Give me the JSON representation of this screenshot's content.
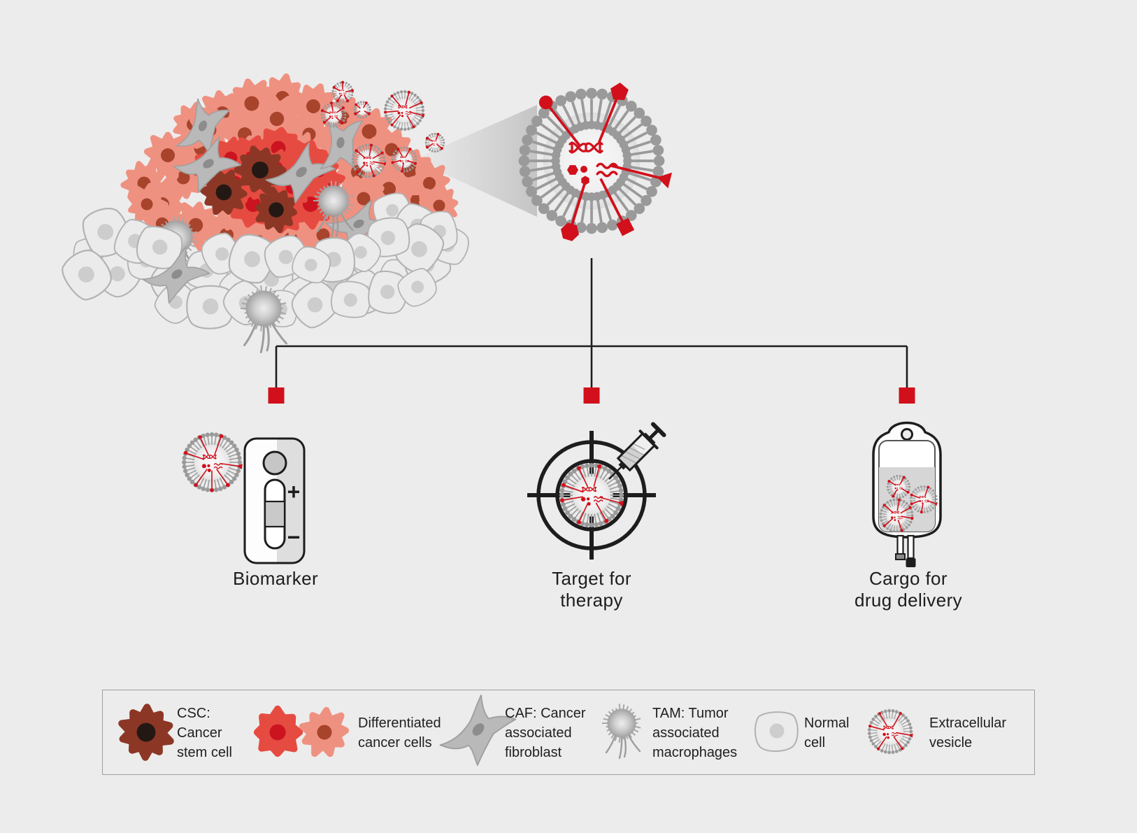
{
  "figure": {
    "labels": {
      "biomarker": "Biomarker",
      "target_for_therapy": "Target for\ntherapy",
      "cargo_for_drug_delivery": "Cargo for\ndrug delivery"
    },
    "biomarker_test": {
      "plus_symbol": "+",
      "minus_symbol": "−"
    },
    "icons": {
      "tumor": "tumor-mass",
      "normal_tissue": "normal-tissue",
      "large_vesicle": "extracellular-vesicle-large-icon",
      "beam": "magnification-beam",
      "biomarker": "biomarker-test-icon",
      "target": "target-crosshair-icon",
      "syringe": "syringe-icon",
      "iv_bag": "iv-bag-icon"
    }
  },
  "legend": {
    "items": [
      {
        "icon": "cancer-stem-cell-icon",
        "label": "CSC:\nCancer\nstem cell"
      },
      {
        "icon": "differentiated-cancer-cells-icon",
        "label": "Differentiated\ncancer cells"
      },
      {
        "icon": "cancer-associated-fibroblast-icon",
        "label": "CAF: Cancer\nassociated\nfibroblast"
      },
      {
        "icon": "tumor-associated-macrophage-icon",
        "label": "TAM: Tumor\nassociated\nmacrophages"
      },
      {
        "icon": "normal-cell-icon",
        "label": "Normal\ncell"
      },
      {
        "icon": "extracellular-vesicle-icon",
        "label": "Extracellular\nvesicle"
      }
    ]
  },
  "colors": {
    "background": "#ececec",
    "accent_red": "#d1101b",
    "membrane_gray": "#9a9a9a",
    "cell_salmon": "#ef9180",
    "salmon_nucleus": "#a8432c",
    "cell_red": "#e64b41",
    "red_nucleus": "#cb141f",
    "csc_body": "#8c3726",
    "csc_nucleus": "#241814",
    "caf_gray": "#b9b9b9",
    "caf_nucleus": "#8c8c8c",
    "normal_body": "#ebebeb",
    "normal_nucleus": "#cdcdcd",
    "normal_stroke": "#b2b2b2",
    "line_dark": "#1d1d1d",
    "shade_gray": "#dedede",
    "liquid_gray": "#d6d6d6"
  }
}
